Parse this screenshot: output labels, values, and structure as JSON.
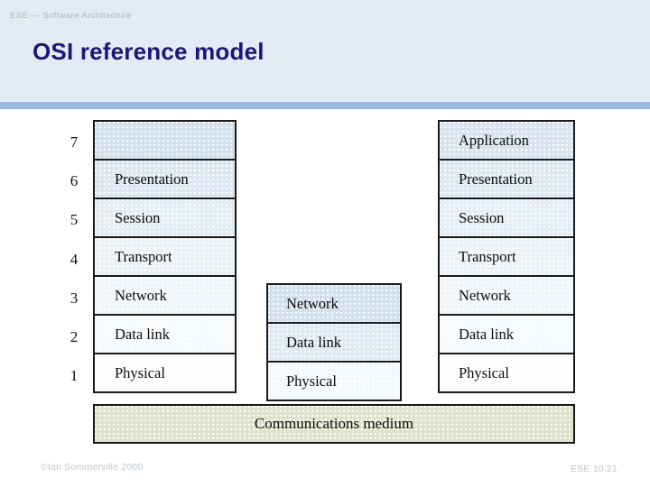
{
  "header": {
    "kicker": "ESE — Software Architecture",
    "title": "OSI reference model",
    "bg_color": "#e3ebf5",
    "rule_color": "#9cb9dd",
    "title_color": "#181878"
  },
  "diagram": {
    "level_numbers": [
      "7",
      "6",
      "5",
      "4",
      "3",
      "2",
      "1"
    ],
    "columns": [
      {
        "name": "host-a-stack",
        "layers": [
          {
            "level": 7,
            "label": "",
            "fill": "#d3e0ee"
          },
          {
            "level": 6,
            "label": "Presentation",
            "fill": "#dae6f1"
          },
          {
            "level": 5,
            "label": "Session",
            "fill": "#e3edf5"
          },
          {
            "level": 4,
            "label": "Transport",
            "fill": "#eaf1f8"
          },
          {
            "level": 3,
            "label": "Network",
            "fill": "#f1f6fa"
          },
          {
            "level": 2,
            "label": "Data link",
            "fill": "#f7fafc"
          },
          {
            "level": 1,
            "label": "Physical",
            "fill": "#fdfeff"
          }
        ]
      },
      {
        "name": "router-stack",
        "layers": [
          {
            "level": 3,
            "label": "Network",
            "fill": "#d3e0ee"
          },
          {
            "level": 2,
            "label": "Data link",
            "fill": "#dfeaf3"
          },
          {
            "level": 1,
            "label": "Physical",
            "fill": "#f4f8fb"
          }
        ]
      },
      {
        "name": "host-b-stack",
        "layers": [
          {
            "level": 7,
            "label": "Application",
            "fill": "#d7e3ef"
          },
          {
            "level": 6,
            "label": "Presentation",
            "fill": "#dce8f2"
          },
          {
            "level": 5,
            "label": "Session",
            "fill": "#e5eef6"
          },
          {
            "level": 4,
            "label": "Transport",
            "fill": "#ebf2f8"
          },
          {
            "level": 3,
            "label": "Network",
            "fill": "#f1f6fa"
          },
          {
            "level": 2,
            "label": "Data link",
            "fill": "#f7fafc"
          },
          {
            "level": 1,
            "label": "Physical",
            "fill": "#fdfeff"
          }
        ]
      }
    ],
    "medium": {
      "label": "Communications medium",
      "fill": "#dde3cd"
    }
  },
  "footer": {
    "left": "©Ian Sommerville 2000",
    "right": "ESE 10.21",
    "color": "#c0c6cd"
  }
}
